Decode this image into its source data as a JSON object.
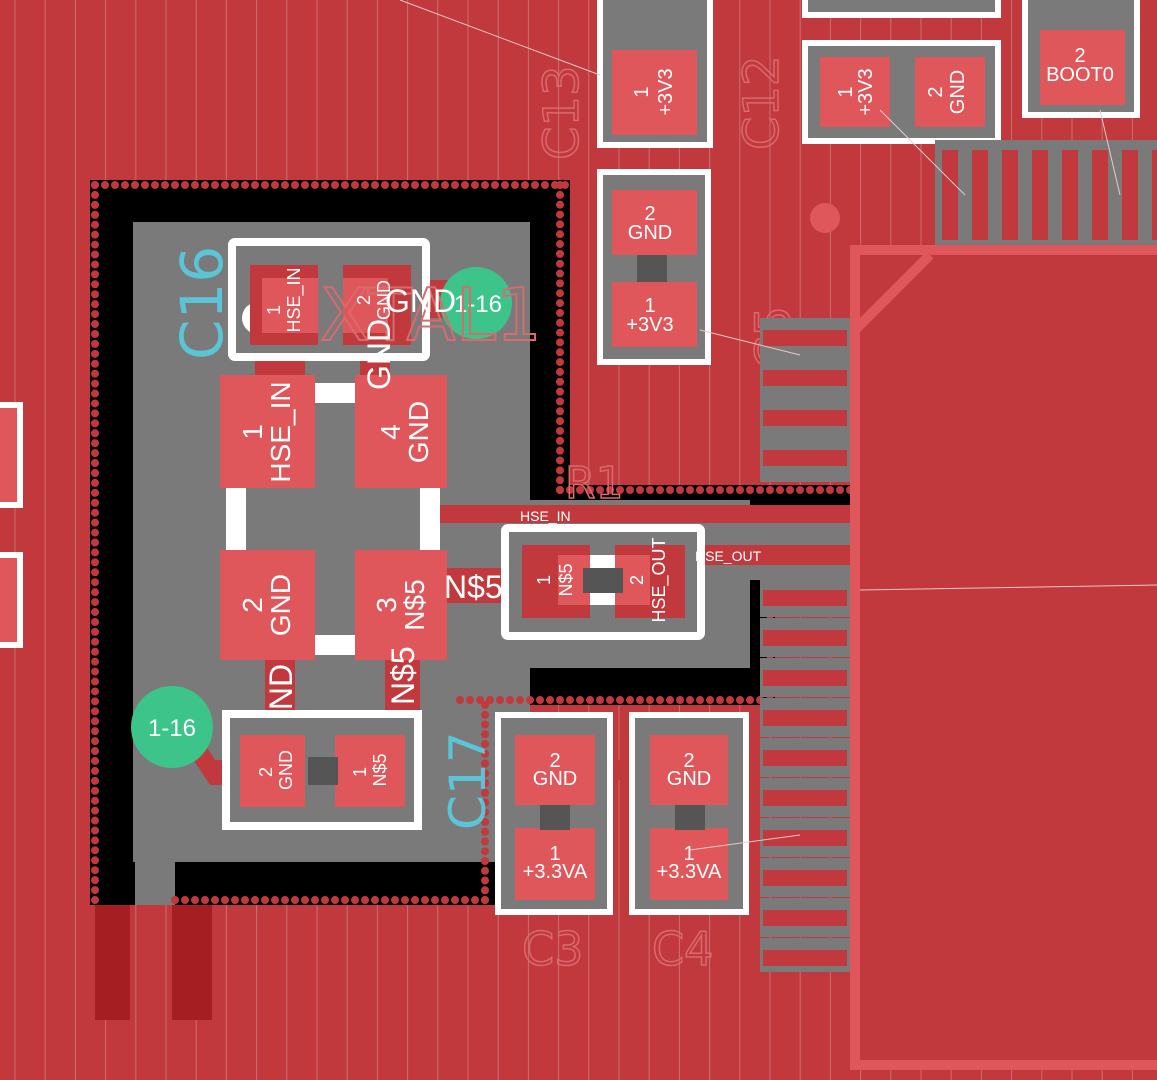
{
  "colors": {
    "copper": "#c1393d",
    "pad": "#e0575b",
    "keepout": "#000000",
    "pour": "#7a7a7a",
    "via": "#3cc48a",
    "silk": "#5bc8dc",
    "outline": "#ffffff"
  },
  "parts": {
    "xtal_small": {
      "name": "XTAL1",
      "pad1_num": "1",
      "pad1_sig": "HSE_IN",
      "pad2_num": "2",
      "pad2_sig": "GND",
      "trace_label": "GND"
    },
    "c16": {
      "name": "C16"
    },
    "xtal_big": {
      "pad1_num": "1",
      "pad1_sig": "HSE_IN",
      "pad4_num": "4",
      "pad4_sig": "GND",
      "pad2_num": "2",
      "pad2_sig": "GND",
      "pad3_num": "3",
      "pad3_sig": "N$5",
      "trace_gnd": "GND",
      "trace_gnd2": "GND",
      "trace_n5": "N$5"
    },
    "c17": {
      "name": "C17",
      "pad2_num": "2",
      "pad2_sig": "GND",
      "pad1_num": "1",
      "pad1_sig": "N$5"
    },
    "r1": {
      "name": "R1",
      "pad1_num": "1",
      "pad1_sig": "N$5",
      "pad2_num": "2",
      "pad2_sig": "HSE_OUT",
      "trace_n5": "N$5"
    },
    "c3": {
      "name": "C3",
      "pad2_num": "2",
      "pad2_sig": "GND",
      "pad1_num": "1",
      "pad1_sig": "+3.3VA"
    },
    "c4": {
      "name": "C4",
      "pad2_num": "2",
      "pad2_sig": "GND",
      "pad1_num": "1",
      "pad1_sig": "+3.3VA"
    },
    "c13": {
      "name": "C13",
      "pad1_num": "1",
      "pad1_sig": "+3V3"
    },
    "c5": {
      "name": "C5",
      "pad2_num": "2",
      "pad2_sig": "GND",
      "pad1_num": "1",
      "pad1_sig": "+3V3"
    },
    "c12": {
      "name": "C12",
      "pad1_num": "1",
      "pad1_sig": "+3V3",
      "pad2_num": "2",
      "pad2_sig": "GND"
    },
    "boot": {
      "pad_num": "2",
      "pad_sig": "BOOT0"
    }
  },
  "traces": {
    "hse_in": "HSE_IN",
    "hse_out": "HSE_OUT"
  },
  "vias": [
    {
      "label": "1-16"
    },
    {
      "label": "1-16"
    }
  ]
}
